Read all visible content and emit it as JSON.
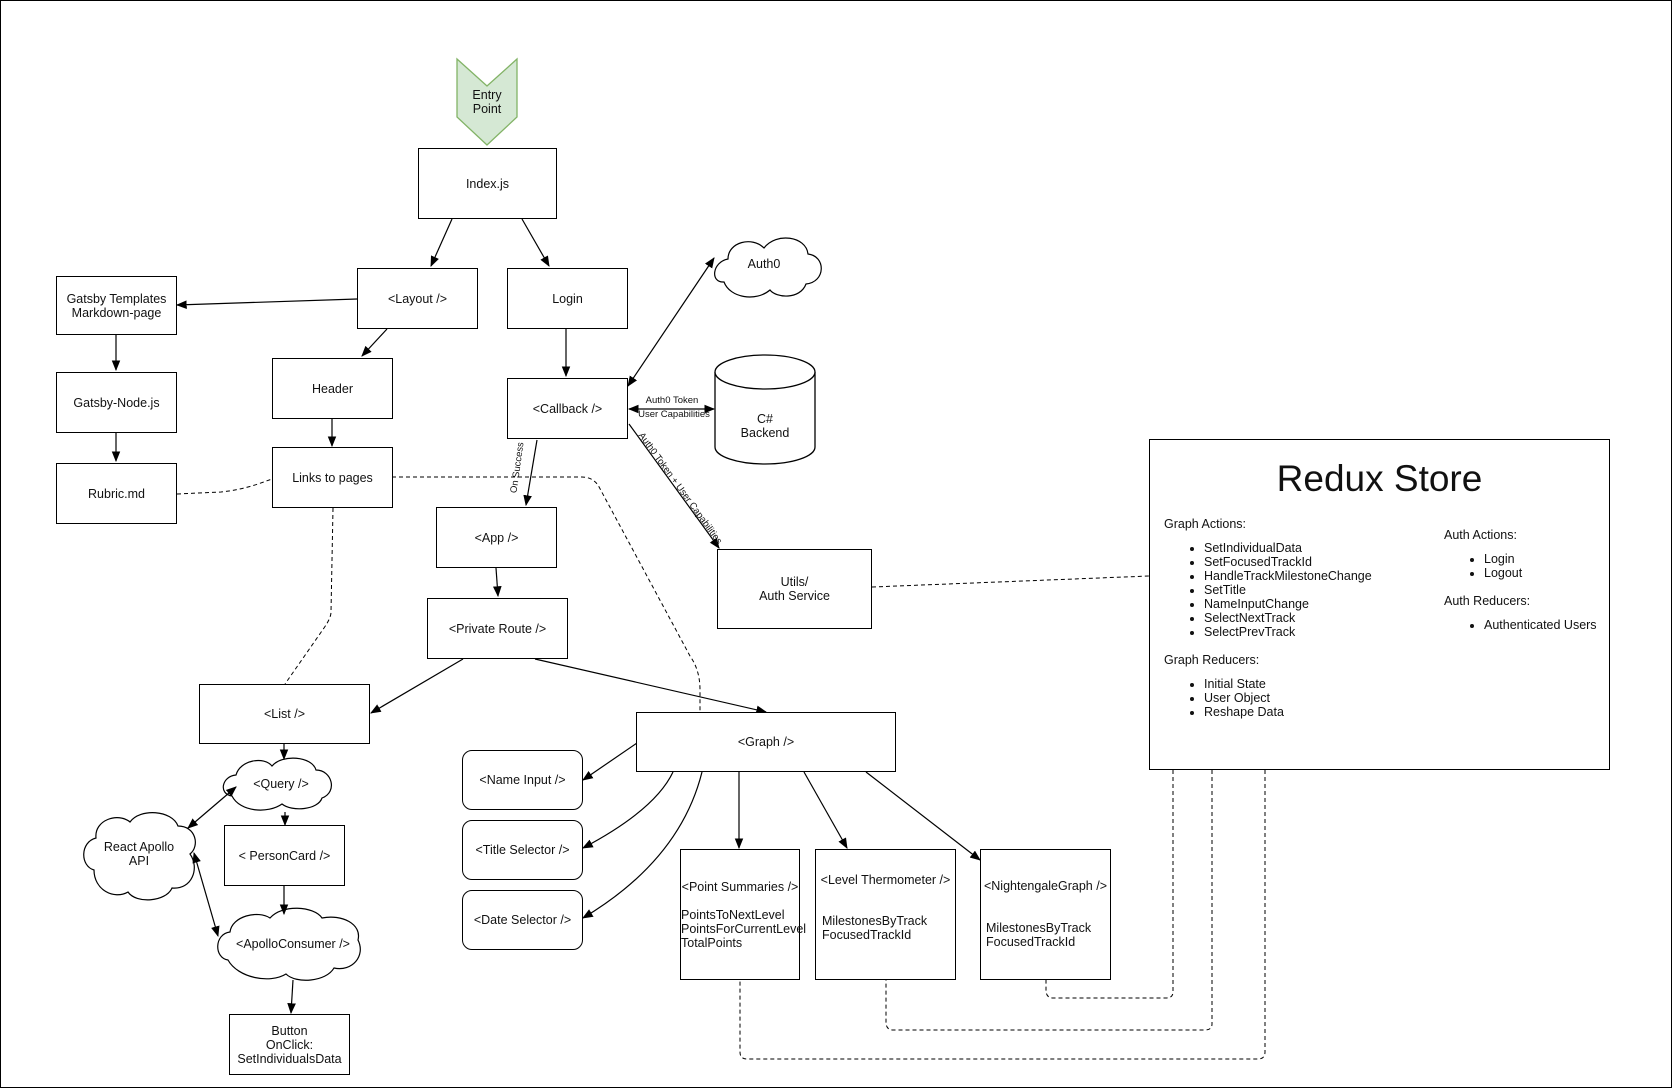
{
  "diagram": {
    "entry_point": "Entry\nPoint",
    "nodes": {
      "index": "Index.js",
      "layout": "<Layout />",
      "login": "Login",
      "gatsby_templates": "Gatsby Templates\nMarkdown-page",
      "gatsby_node": "Gatsby-Node.js",
      "rubric": "Rubric.md",
      "header": "Header",
      "links": "Links to pages",
      "callback": "<Callback />",
      "auth0": "Auth0",
      "backend": "C#\nBackend",
      "app": "<App />",
      "private_route": "<Private Route />",
      "utils": "Utils/\nAuth Service",
      "list": "<List />",
      "query": "<Query />",
      "react_apollo": "React Apollo\nAPI",
      "person_card": "< PersonCard />",
      "apollo_consumer": "<ApolloConsumer />",
      "button": "Button\nOnClick:\nSetIndividualsData",
      "graph": "<Graph />",
      "name_input": "<Name Input />",
      "title_selector": "<Title Selector />",
      "date_selector": "<Date Selector />"
    },
    "details": {
      "point_summaries": {
        "title": "<Point Summaries />",
        "body": "PointsToNextLevel\nPointsForCurrentLevel\nTotalPoints"
      },
      "level_thermometer": {
        "title": "<Level Thermometer />",
        "body": "MilestonesByTrack\nFocusedTrackId"
      },
      "nightengale": {
        "title": "<NightengaleGraph />",
        "body": "MilestonesByTrack\nFocusedTrackId"
      }
    },
    "edge_labels": {
      "auth0_token": "Auth0 Token",
      "user_capabilities": "User Capabilities",
      "diag_token": "Auth0 Token + User Capabilities",
      "on_success": "On Success"
    },
    "redux": {
      "title": "Redux Store",
      "graph_actions_label": "Graph Actions:",
      "graph_actions": [
        "SetIndividualData",
        "SetFocusedTrackId",
        "HandleTrackMilestoneChange",
        "SetTitle",
        "NameInputChange",
        "SelectNextTrack",
        "SelectPrevTrack"
      ],
      "graph_reducers_label": "Graph Reducers:",
      "graph_reducers": [
        "Initial State",
        "User Object",
        "Reshape Data"
      ],
      "auth_actions_label": "Auth Actions:",
      "auth_actions": [
        "Login",
        "Logout"
      ],
      "auth_reducers_label": "Auth Reducers:",
      "auth_reducers": [
        "Authenticated Users"
      ]
    }
  }
}
